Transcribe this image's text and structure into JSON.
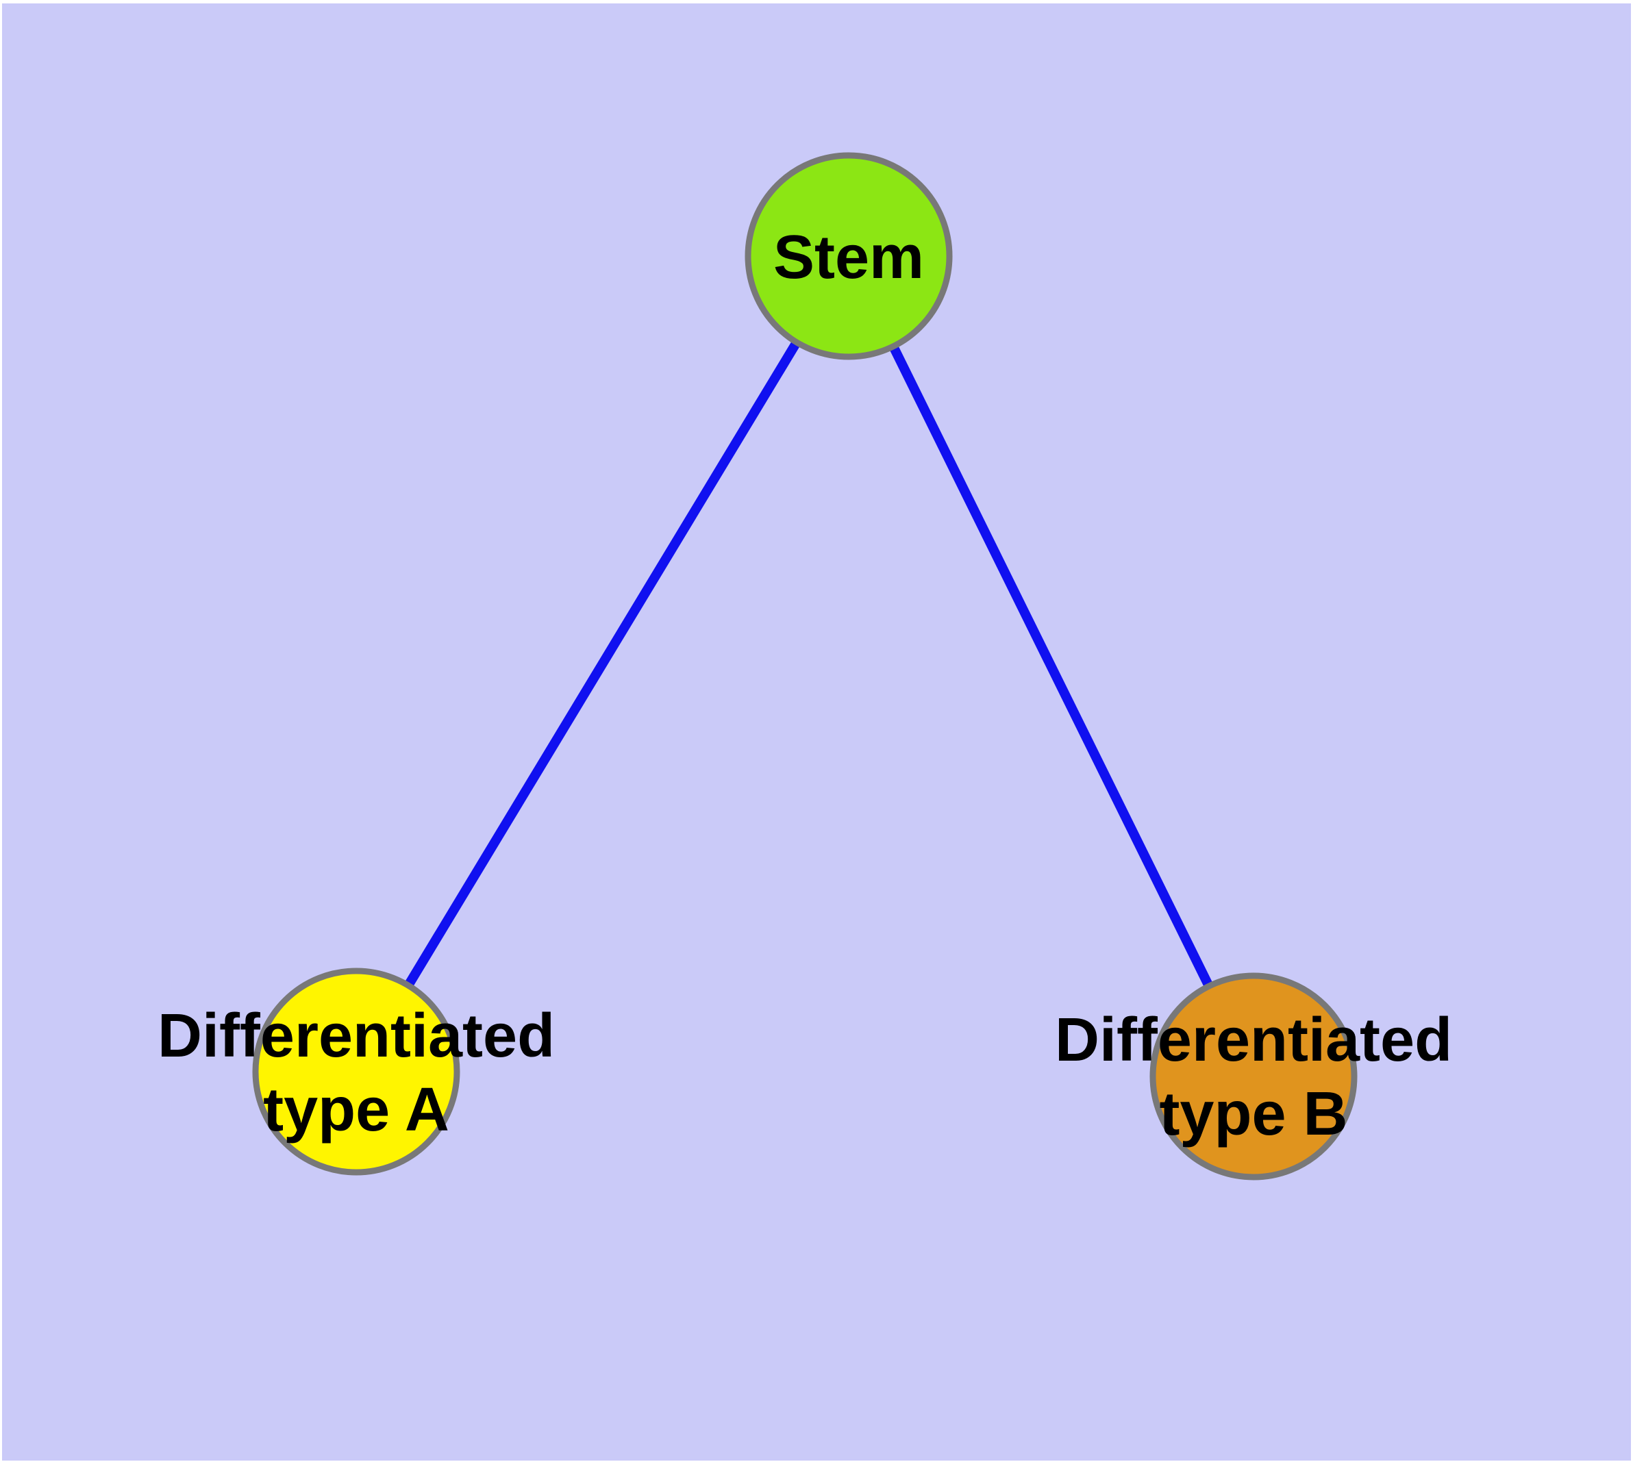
{
  "diagram": {
    "title": "",
    "background_color": "#CACAF8",
    "frame_color": "#FFFFFF",
    "label_color": "#000000",
    "nodes": [
      {
        "id": "stem",
        "label": "Stem",
        "color": "#8CE614",
        "border_color": "#787878"
      },
      {
        "id": "typeA",
        "label": "Differentiated\ntype A",
        "color": "#FFF500",
        "border_color": "#787878"
      },
      {
        "id": "typeB",
        "label": "Differentiated\ntype B",
        "color": "#E0941E",
        "border_color": "#787878"
      }
    ],
    "edges": [
      {
        "from": "stem",
        "to": "typeA",
        "color": "#1010F0"
      },
      {
        "from": "stem",
        "to": "typeB",
        "color": "#1010F0"
      }
    ]
  }
}
